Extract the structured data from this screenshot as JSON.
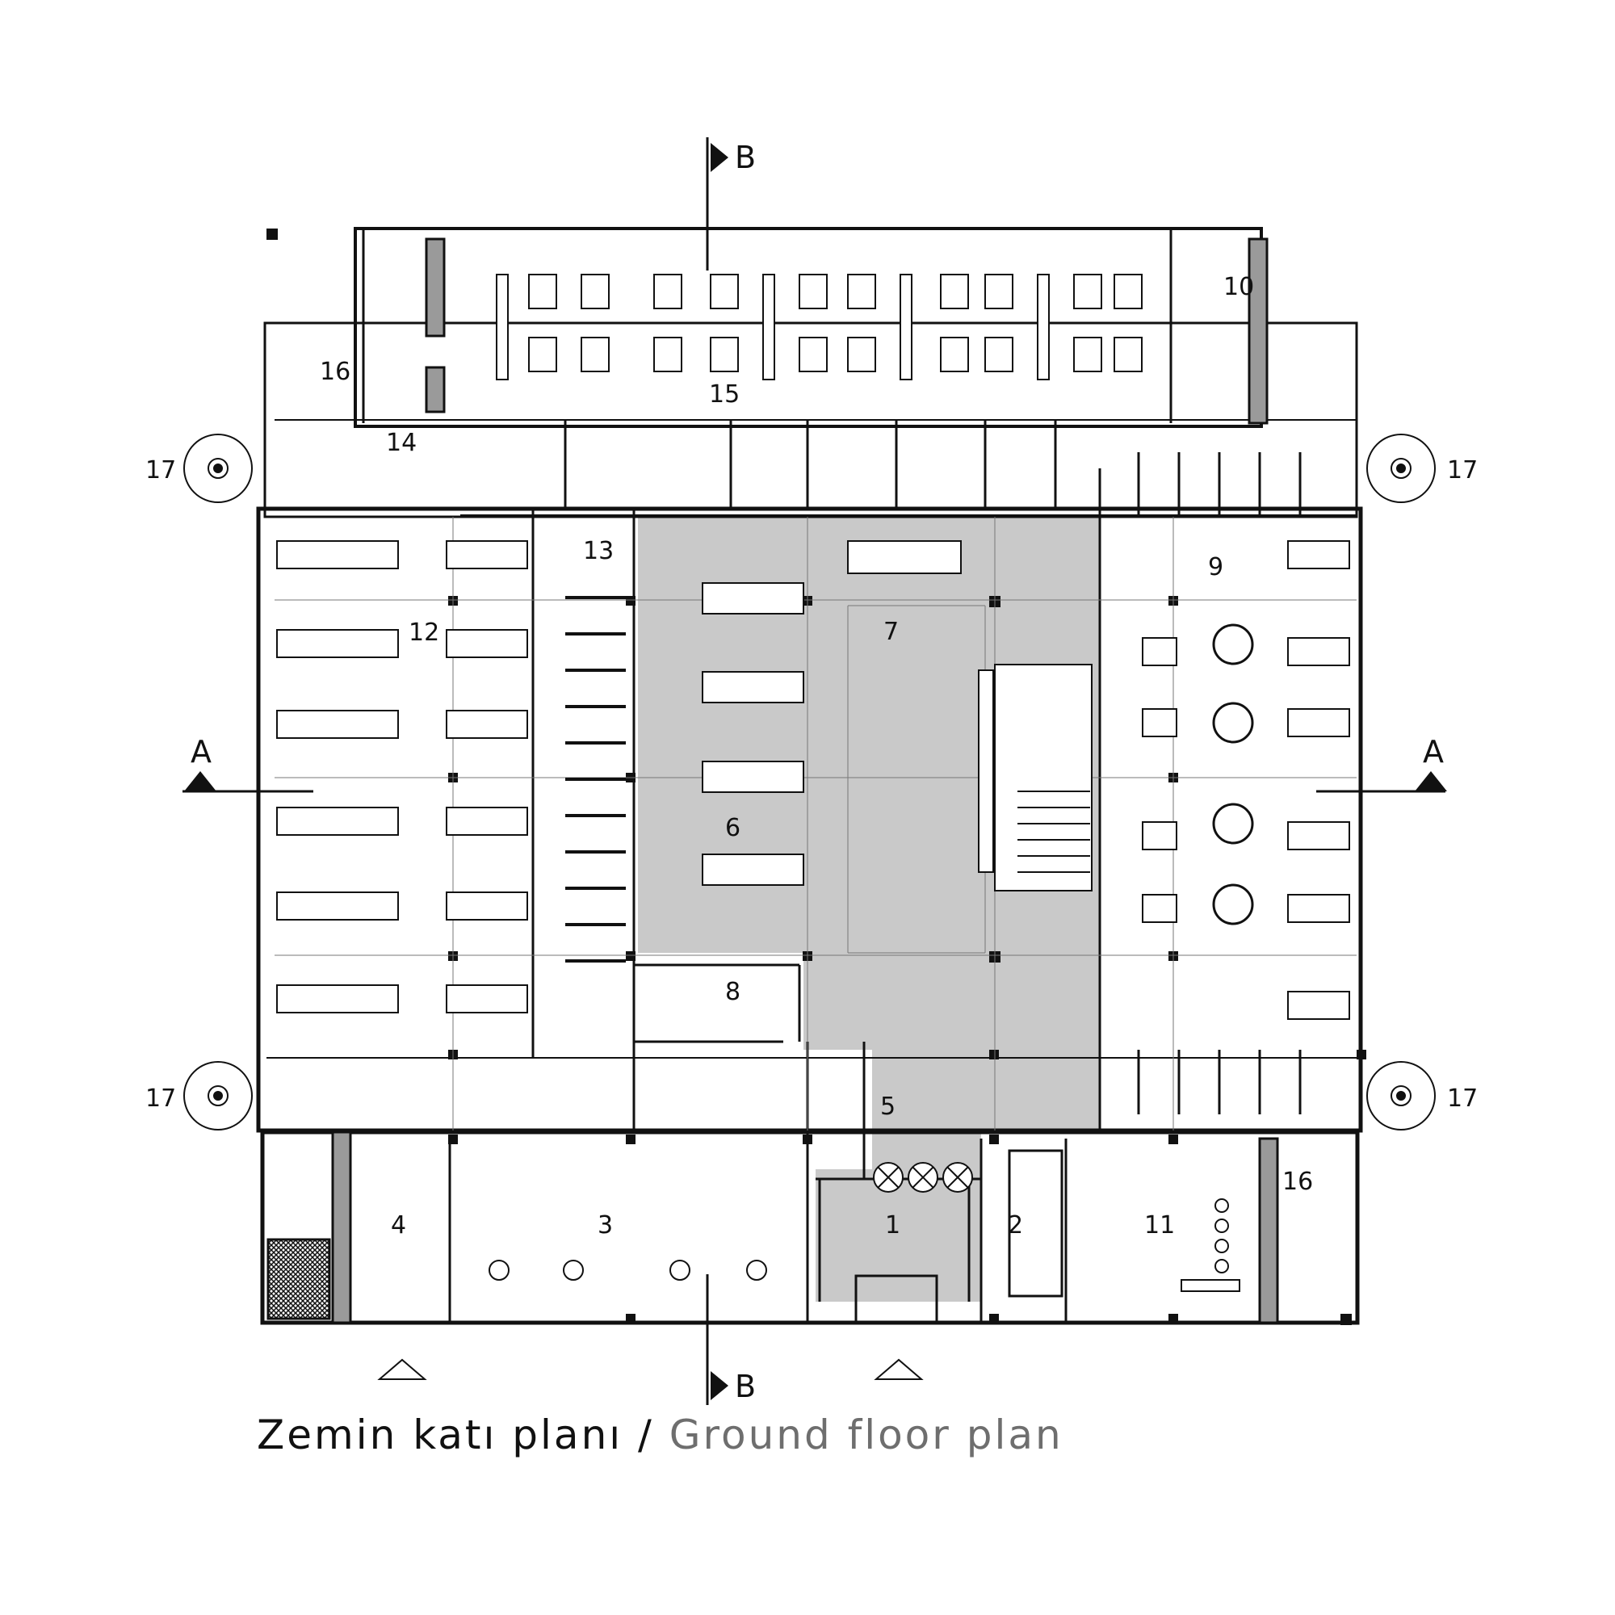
{
  "caption": {
    "turkish": "Zemin katı planı",
    "separator": " / ",
    "english": "Ground floor plan"
  },
  "section_markers": {
    "a_left": "A",
    "a_right": "A",
    "b_top": "B",
    "b_bottom": "B"
  },
  "rooms": {
    "r1": "1",
    "r2": "2",
    "r3": "3",
    "r4": "4",
    "r5": "5",
    "r6": "6",
    "r7": "7",
    "r8": "8",
    "r9": "9",
    "r10": "10",
    "r11": "11",
    "r12": "12",
    "r13": "13",
    "r14": "14",
    "r15": "15",
    "r16_left": "16",
    "r16_right": "16",
    "r17_tl": "17",
    "r17_tr": "17",
    "r17_bl": "17",
    "r17_br": "17"
  },
  "colors": {
    "wall": "#111111",
    "highlight_zone": "#c9c9c9",
    "caption_english": "#6e6e6e"
  }
}
